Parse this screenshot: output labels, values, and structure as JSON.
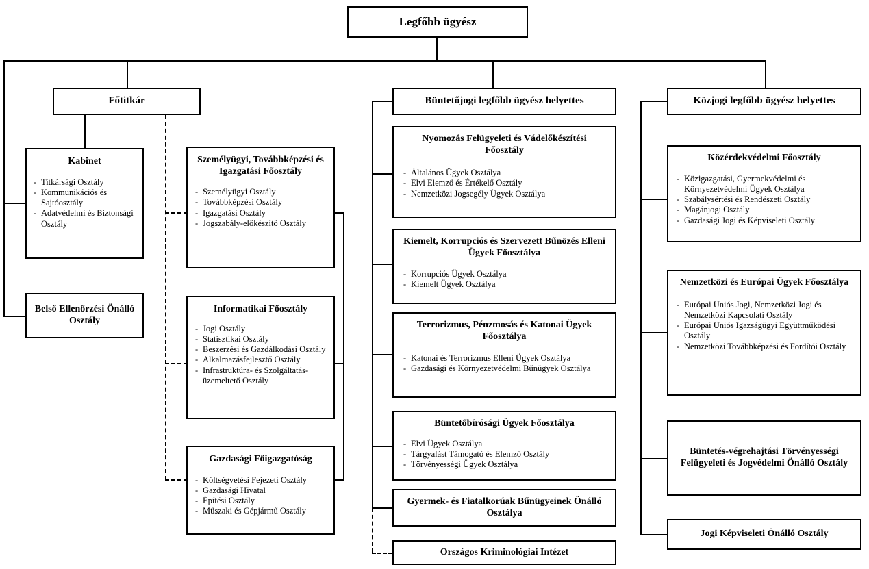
{
  "chart": {
    "type": "org-chart",
    "language": "hu",
    "title": "Legfőbb ügyész szervezeti felépítés",
    "colors": {
      "line": "#000000",
      "box_border": "#000000",
      "background": "#ffffff",
      "text": "#000000"
    }
  },
  "root": {
    "label": "Legfőbb ügyész"
  },
  "deputies": {
    "secretary_general": {
      "label": "Főtitkár"
    },
    "criminal": {
      "label": "Büntetőjogi legfőbb ügyész helyettes"
    },
    "public_law": {
      "label": "Közjogi legfőbb ügyész helyettes"
    }
  },
  "left_column": [
    {
      "title": "Kabinet",
      "items": [
        "Titkársági Osztály",
        "Kommunikációs és Sajtóosztály",
        "Adatvédelmi és Biztonsági Osztály"
      ]
    },
    {
      "title": "Belső Ellenőrzési Önálló Osztály",
      "items": []
    }
  ],
  "second_column": [
    {
      "title": "Személyügyi, Továbbképzési és Igazgatási Főosztály",
      "items": [
        "Személyügyi Osztály",
        "Továbbképzési Osztály",
        "Igazgatási Osztály",
        "Jogszabály-előkészítő Osztály"
      ]
    },
    {
      "title": "Informatikai Főosztály",
      "items": [
        "Jogi Osztály",
        "Statisztikai Osztály",
        "Beszerzési és Gazdálkodási Osztály",
        "Alkalmazásfejlesztő Osztály",
        "Infrastruktúra- és Szolgáltatás-üzemeltető Osztály"
      ]
    },
    {
      "title": "Gazdasági Főigazgatóság",
      "items": [
        "Költségvetési Fejezeti Osztály",
        "Gazdasági Hivatal",
        "Építési Osztály",
        "Műszaki és Gépjármű Osztály"
      ]
    }
  ],
  "middle_column": [
    {
      "title": "Nyomozás Felügyeleti és Vádelőkészítési Főosztály",
      "items": [
        "Általános Ügyek Osztálya",
        "Elvi Elemző és Értékelő Osztály",
        "Nemzetközi Jogsegély Ügyek Osztálya"
      ]
    },
    {
      "title": "Kiemelt, Korrupciós és Szervezett Bűnözés Elleni Ügyek Főosztálya",
      "items": [
        "Korrupciós Ügyek Osztálya",
        "Kiemelt Ügyek Osztálya"
      ]
    },
    {
      "title": "Terrorizmus, Pénzmosás és Katonai Ügyek Főosztálya",
      "items": [
        "Katonai és Terrorizmus Elleni Ügyek Osztálya",
        "Gazdasági és Környezetvédelmi Bűnügyek Osztálya"
      ]
    },
    {
      "title": "Büntetőbírósági Ügyek Főosztálya",
      "items": [
        "Elvi Ügyek Osztálya",
        "Tárgyalást Támogató és Elemző Osztály",
        "Törvényességi Ügyek Osztálya"
      ]
    },
    {
      "title": "Gyermek- és Fiatalkorúak Bűnügyeinek Önálló Osztálya",
      "items": []
    },
    {
      "title": "Országos Kriminológiai Intézet",
      "items": []
    }
  ],
  "right_column": [
    {
      "title": "Közérdekvédelmi Főosztály",
      "items": [
        "Közigazgatási, Gyermekvédelmi és Környezetvédelmi Ügyek Osztálya",
        "Szabálysértési és Rendészeti Osztály",
        "Magánjogi Osztály",
        "Gazdasági Jogi és Képviseleti Osztály"
      ]
    },
    {
      "title": "Nemzetközi és Európai Ügyek Főosztálya",
      "items": [
        "Európai Uniós Jogi, Nemzetközi Jogi és Nemzetközi Kapcsolati Osztály",
        "Európai Uniós Igazságügyi Együttműködési Osztály",
        "Nemzetközi Továbbképzési és Fordítói Osztály"
      ]
    },
    {
      "title": "Büntetés-végrehajtási Törvényességi Felügyeleti és Jogvédelmi Önálló Osztály",
      "items": []
    },
    {
      "title": "Jogi Képviseleti Önálló Osztály",
      "items": []
    }
  ]
}
